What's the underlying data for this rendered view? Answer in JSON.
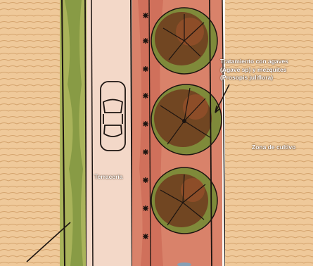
{
  "labels": {
    "treatment_line1": "Tratamiento con agaves",
    "treatment_line2": "(Agave sp) y mezquites",
    "treatment_line3": "(Prosopis juliflora)",
    "dirt_road": "Terracería",
    "crop_zone": "Zona de cultivo"
  },
  "colors": {
    "field": "#efc99a",
    "field_line": "#c9935a",
    "hedge_green": "#8fa34a",
    "road": "#f3d8c8",
    "planting_strip": "#d9826a",
    "tree_dark": "#6e3a1f",
    "tree_green": "#7f8a3a",
    "ink": "#1c1410"
  },
  "icons": {
    "car": "car-top-view-icon",
    "agave": "agave-star-icon",
    "tree": "mesquite-tree-icon"
  }
}
